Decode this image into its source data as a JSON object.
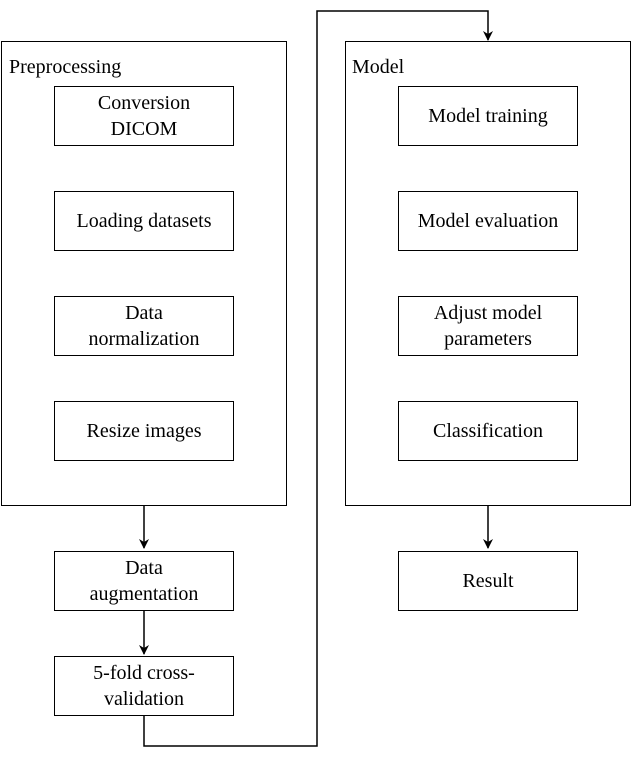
{
  "groups": {
    "preprocessing": {
      "title": "Preprocessing"
    },
    "model": {
      "title": "Model"
    }
  },
  "nodes": {
    "conversion_dicom": "Conversion\nDICOM",
    "loading_datasets": "Loading datasets",
    "data_normalization": "Data\nnormalization",
    "resize_images": "Resize images",
    "data_augmentation": "Data\naugmentation",
    "cross_validation": "5-fold cross-\nvalidation",
    "model_training": "Model training",
    "model_evaluation": "Model evaluation",
    "adjust_model_parameters": "Adjust model\nparameters",
    "classification": "Classification",
    "result": "Result"
  },
  "colors": {
    "stroke": "#000000",
    "background": "#ffffff"
  }
}
